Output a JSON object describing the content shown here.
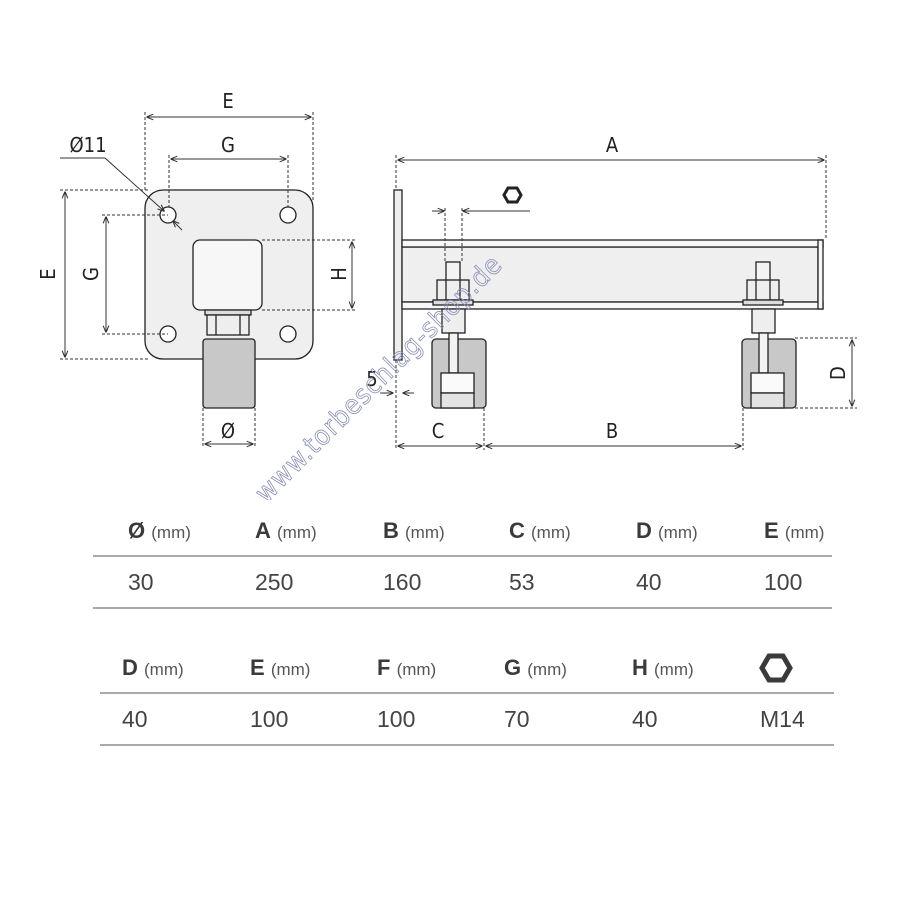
{
  "drawing": {
    "labels": {
      "front_E_top": "E",
      "front_G_top": "G",
      "hole_dia": "Ø11",
      "front_E_side": "E",
      "front_G_side": "G",
      "front_H": "H",
      "wheel_dia": "Ø",
      "side_A": "A",
      "side_B": "B",
      "side_C": "C",
      "side_D": "D",
      "plate_thickness": "5"
    },
    "watermark": "www.torbeschlag-shop.de"
  },
  "tables": [
    {
      "unit": "(mm)",
      "headers": [
        "Ø",
        "A",
        "B",
        "C",
        "D",
        "E"
      ],
      "values": [
        "30",
        "250",
        "160",
        "53",
        "40",
        "100"
      ]
    },
    {
      "unit": "(mm)",
      "headers": [
        "D",
        "E",
        "F",
        "G",
        "H",
        "hex-nut-icon"
      ],
      "values": [
        "40",
        "100",
        "100",
        "70",
        "40",
        "M14"
      ]
    }
  ]
}
